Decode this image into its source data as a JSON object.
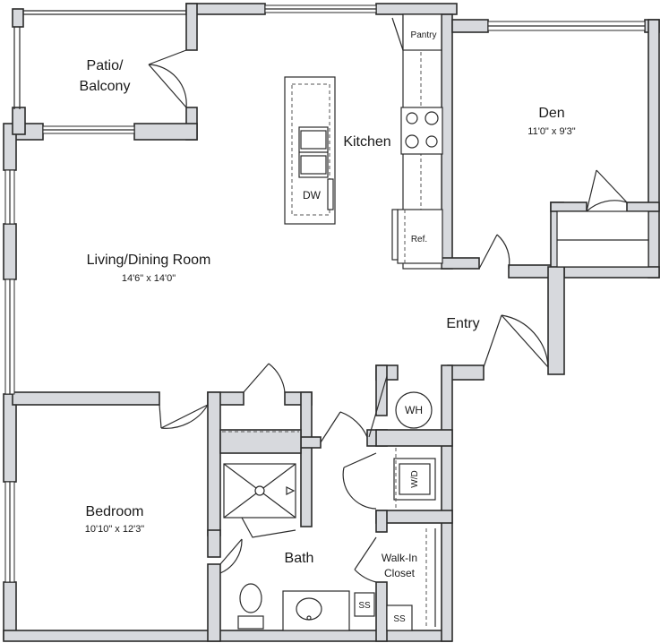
{
  "rooms": {
    "patio_name": [
      "Patio/",
      "Balcony"
    ],
    "living_name": "Living/Dining Room",
    "living_dim": "14'6\" x 14'0\"",
    "kitchen_name": "Kitchen",
    "den_name": "Den",
    "den_dim": "11'0\" x 9'3\"",
    "entry_name": "Entry",
    "bedroom_name": "Bedroom",
    "bedroom_dim": "10'10\" x 12'3\"",
    "bath_name": "Bath",
    "closet_name": [
      "Walk-In",
      "Closet"
    ]
  },
  "fixtures": {
    "pantry": "Pantry",
    "dishwasher": "DW",
    "refrigerator": "Ref.",
    "water_heater": "WH",
    "washer_dryer": "W/D",
    "shelf_1": "SS",
    "shelf_2": "SS"
  }
}
